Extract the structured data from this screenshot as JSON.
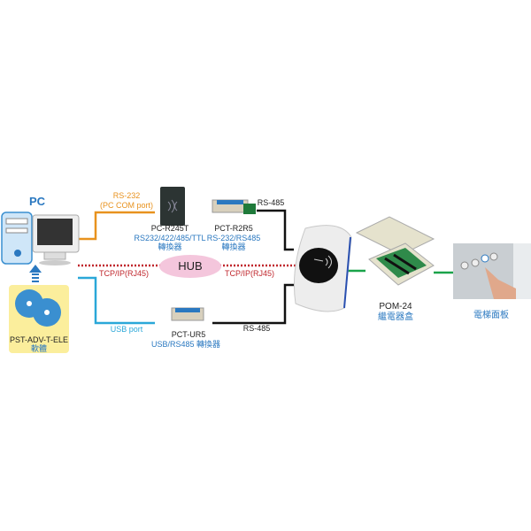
{
  "pc": {
    "label": "PC"
  },
  "software": {
    "name": "PST-ADV-T-ELE",
    "sub": "軟體"
  },
  "links": {
    "rs232": "RS-232",
    "rs232_sub": "(PC COM port)",
    "tcp_left": "TCP/IP(RJ45)",
    "tcp_right": "TCP/IP(RJ45)",
    "usb": "USB port",
    "rs485_top": "RS-485",
    "rs485_bottom": "RS-485"
  },
  "hub": {
    "label": "HUB"
  },
  "devices": {
    "r245t": {
      "name": "PC-R245T",
      "desc": "RS232/422/485/TTL",
      "sub": "轉換器"
    },
    "r2r5": {
      "name": "PCT-R2R5",
      "desc": "RS-232/RS485",
      "sub": "轉換器"
    },
    "ur5": {
      "name": "PCT-UR5",
      "desc": "USB/RS485  轉換器"
    },
    "pom24": {
      "name": "POM-24",
      "sub": "繼電器盒"
    },
    "elevator": {
      "label": "電梯面板"
    }
  },
  "colors": {
    "orange": "#e8921e",
    "cyan": "#2aa7d8",
    "red": "#c0272d",
    "green": "#1aa34a",
    "blue": "#2a78c0"
  }
}
